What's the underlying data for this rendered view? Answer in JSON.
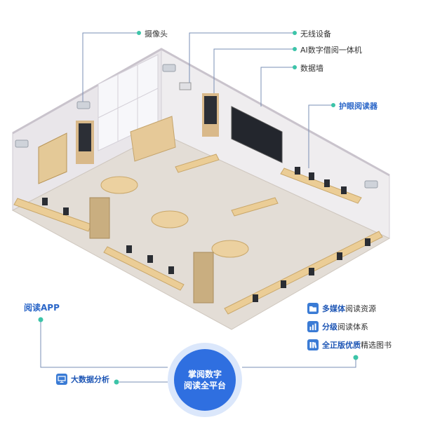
{
  "labels": {
    "camera": "摄像头",
    "wireless": "无线设备",
    "ai_machine": "AI数字借阅一体机",
    "data_wall": "数据墙",
    "eye_reader": "护眼阅读器",
    "reading_app": "阅读APP",
    "big_data": "大数据分析"
  },
  "features": [
    {
      "icon": "multimedia-icon",
      "strong": "多媒体",
      "rest": "阅读资源"
    },
    {
      "icon": "chart-bar-icon",
      "strong": "分级",
      "rest": "阅读体系"
    },
    {
      "icon": "books-icon",
      "strong": "全正版优质",
      "rest": "精选图书"
    }
  ],
  "center": {
    "line1": "掌阅数字",
    "line2": "阅读全平台"
  },
  "colors": {
    "accent": "#2f6fe0",
    "node": "#3cc4a8",
    "line": "#7a8fb5",
    "wood": "#d9b98a",
    "floor": "#e3ddd6"
  }
}
